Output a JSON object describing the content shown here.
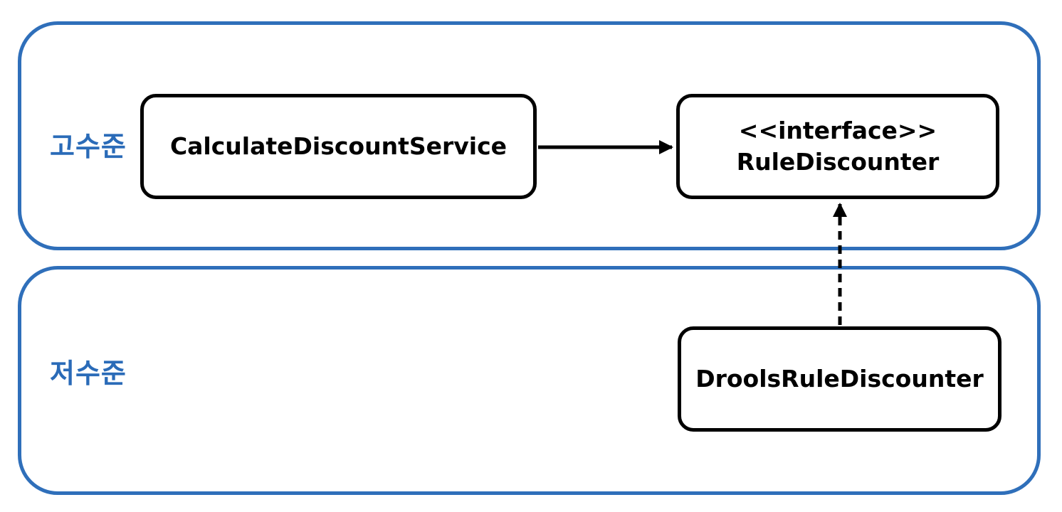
{
  "layers": {
    "high": {
      "label": "고수준"
    },
    "low": {
      "label": "저수준"
    }
  },
  "nodes": {
    "calculate_discount_service": {
      "name": "CalculateDiscountService"
    },
    "rule_discounter": {
      "stereotype": "<<interface>>",
      "name": "RuleDiscounter"
    },
    "drools_rule_discounter": {
      "name": "DroolsRuleDiscounter"
    }
  },
  "edges": [
    {
      "from": "CalculateDiscountService",
      "to": "RuleDiscounter",
      "style": "solid"
    },
    {
      "from": "DroolsRuleDiscounter",
      "to": "RuleDiscounter",
      "style": "dashed"
    }
  ],
  "colors": {
    "layer_border": "#2f6fba",
    "layer_label": "#2a6bb8",
    "box_border": "#000000"
  }
}
